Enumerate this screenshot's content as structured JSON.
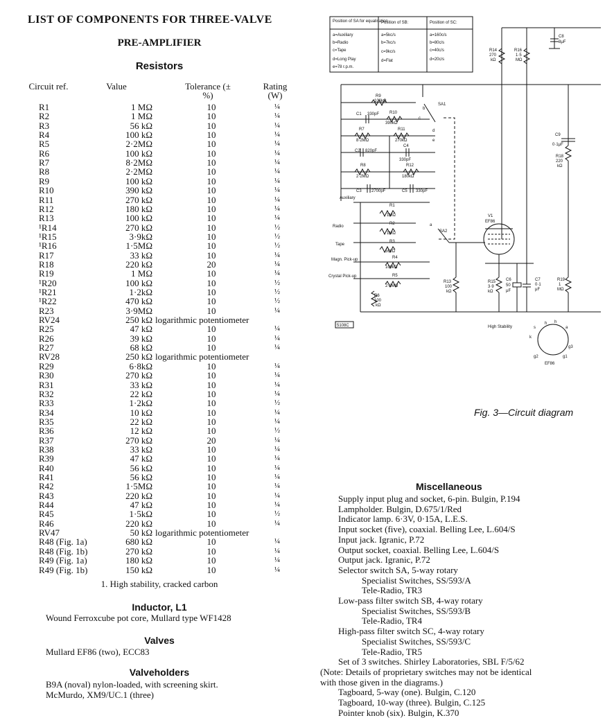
{
  "title": "LIST OF COMPONENTS FOR THREE-VALVE",
  "subtitle": "PRE-AMPLIFIER",
  "resistors": {
    "heading": "Resistors",
    "columns": {
      "ref": "Circuit ref.",
      "value": "Value",
      "tolerance": "Tolerance (±%)",
      "rating": "Rating (W)"
    },
    "rows": [
      {
        "ref": "R1",
        "value": "1  MΩ",
        "tol": "10",
        "rating": "¼"
      },
      {
        "ref": "R2",
        "value": "1  MΩ",
        "tol": "10",
        "rating": "¼"
      },
      {
        "ref": "R3",
        "value": "56  kΩ",
        "tol": "10",
        "rating": "¼"
      },
      {
        "ref": "R4",
        "value": "100  kΩ",
        "tol": "10",
        "rating": "¼"
      },
      {
        "ref": "R5",
        "value": "2·2MΩ",
        "tol": "10",
        "rating": "¼"
      },
      {
        "ref": "R6",
        "value": "100  kΩ",
        "tol": "10",
        "rating": "¼"
      },
      {
        "ref": "R7",
        "value": "8·2MΩ",
        "tol": "10",
        "rating": "¼"
      },
      {
        "ref": "R8",
        "value": "2·2MΩ",
        "tol": "10",
        "rating": "¼"
      },
      {
        "ref": "R9",
        "value": "100  kΩ",
        "tol": "10",
        "rating": "¼"
      },
      {
        "ref": "R10",
        "value": "390  kΩ",
        "tol": "10",
        "rating": "¼"
      },
      {
        "ref": "R11",
        "value": "270  kΩ",
        "tol": "10",
        "rating": "¼"
      },
      {
        "ref": "R12",
        "value": "180  kΩ",
        "tol": "10",
        "rating": "¼"
      },
      {
        "ref": "R13",
        "value": "100  kΩ",
        "tol": "10",
        "rating": "¼"
      },
      {
        "ref": "¹R14",
        "value": "270  kΩ",
        "tol": "10",
        "rating": "½"
      },
      {
        "ref": "¹R15",
        "value": "3·9kΩ",
        "tol": "10",
        "rating": "½"
      },
      {
        "ref": "¹R16",
        "value": "1·5MΩ",
        "tol": "10",
        "rating": "½"
      },
      {
        "ref": "R17",
        "value": "33  kΩ",
        "tol": "10",
        "rating": "¼"
      },
      {
        "ref": "R18",
        "value": "220  kΩ",
        "tol": "20",
        "rating": "¼"
      },
      {
        "ref": "R19",
        "value": "1  MΩ",
        "tol": "10",
        "rating": "¼"
      },
      {
        "ref": "¹R20",
        "value": "100  kΩ",
        "tol": "10",
        "rating": "½"
      },
      {
        "ref": "¹R21",
        "value": "1·2kΩ",
        "tol": "10",
        "rating": "½"
      },
      {
        "ref": "¹R22",
        "value": "470  kΩ",
        "tol": "10",
        "rating": "½"
      },
      {
        "ref": "R23",
        "value": "3·9MΩ",
        "tol": "10",
        "rating": "¼"
      },
      {
        "ref": "RV24",
        "value": "250  kΩ",
        "pot": "logarithmic potentiometer"
      },
      {
        "ref": "R25",
        "value": "47  kΩ",
        "tol": "10",
        "rating": "¼"
      },
      {
        "ref": "R26",
        "value": "39  kΩ",
        "tol": "10",
        "rating": "¼"
      },
      {
        "ref": "R27",
        "value": "68  kΩ",
        "tol": "10",
        "rating": "¼"
      },
      {
        "ref": "RV28",
        "value": "250  kΩ",
        "pot": "logarithmic potentiometer"
      },
      {
        "ref": "R29",
        "value": "6·8kΩ",
        "tol": "10",
        "rating": "¼"
      },
      {
        "ref": "R30",
        "value": "270  kΩ",
        "tol": "10",
        "rating": "¼"
      },
      {
        "ref": "R31",
        "value": "33  kΩ",
        "tol": "10",
        "rating": "¼"
      },
      {
        "ref": "R32",
        "value": "22  kΩ",
        "tol": "10",
        "rating": "¼"
      },
      {
        "ref": "R33",
        "value": "1·2kΩ",
        "tol": "10",
        "rating": "½"
      },
      {
        "ref": "R34",
        "value": "10  kΩ",
        "tol": "10",
        "rating": "¼"
      },
      {
        "ref": "R35",
        "value": "22  kΩ",
        "tol": "10",
        "rating": "¼"
      },
      {
        "ref": "R36",
        "value": "12  kΩ",
        "tol": "10",
        "rating": "½"
      },
      {
        "ref": "R37",
        "value": "270  kΩ",
        "tol": "20",
        "rating": "¼"
      },
      {
        "ref": "R38",
        "value": "33  kΩ",
        "tol": "10",
        "rating": "¼"
      },
      {
        "ref": "R39",
        "value": "47  kΩ",
        "tol": "10",
        "rating": "¼"
      },
      {
        "ref": "R40",
        "value": "56  kΩ",
        "tol": "10",
        "rating": "¼"
      },
      {
        "ref": "R41",
        "value": "56  kΩ",
        "tol": "10",
        "rating": "¼"
      },
      {
        "ref": "R42",
        "value": "1·5MΩ",
        "tol": "10",
        "rating": "¼"
      },
      {
        "ref": "R43",
        "value": "220  kΩ",
        "tol": "10",
        "rating": "¼"
      },
      {
        "ref": "R44",
        "value": "47  kΩ",
        "tol": "10",
        "rating": "¼"
      },
      {
        "ref": "R45",
        "value": "1·5kΩ",
        "tol": "10",
        "rating": "½"
      },
      {
        "ref": "R46",
        "value": "220  kΩ",
        "tol": "10",
        "rating": "¼"
      },
      {
        "ref": "RV47",
        "value": "50  kΩ",
        "pot": "logarithmic potentiometer"
      },
      {
        "ref": "R48 (Fig. 1a)",
        "value": "680  kΩ",
        "tol": "10",
        "rating": "¼"
      },
      {
        "ref": "R48 (Fig. 1b)",
        "value": "270  kΩ",
        "tol": "10",
        "rating": "¼"
      },
      {
        "ref": "R49 (Fig. 1a)",
        "value": "180  kΩ",
        "tol": "10",
        "rating": "¼"
      },
      {
        "ref": "R49 (Fig. 1b)",
        "value": "150  kΩ",
        "tol": "10",
        "rating": "¼"
      }
    ],
    "footnote": "1. High stability, cracked carbon"
  },
  "inductor": {
    "heading": "Inductor, L1",
    "text": "Wound Ferroxcube pot core, Mullard type WF1428"
  },
  "valves": {
    "heading": "Valves",
    "text": "Mullard EF86 (two), ECC83"
  },
  "valveholders": {
    "heading": "Valveholders",
    "lines": [
      "B9A (noval) nylon-loaded, with screening skirt.",
      "McMurdo, XM9/UC.1 (three)"
    ]
  },
  "diagram": {
    "caption": "Fig. 3—Circuit diagram",
    "table": {
      "col1_head": "Position of SA for equalisation",
      "col1": [
        "a=Auxiliary",
        "b=Radio",
        "c=Tape",
        "d=Long Play",
        "e=78 r.p.m."
      ],
      "col2_head": "Position of SB:",
      "col2": [
        "a=5kc/s",
        "b=7kc/s",
        "c=9kc/s",
        "d=Flat"
      ],
      "col3_head": "Position of SC:",
      "col3": [
        "a=160c/s",
        "b=80c/s",
        "c=40c/s",
        "d=20c/s"
      ]
    },
    "labels": {
      "r14": "R14",
      "r14v": "270",
      "r14u": "kΩ",
      "r16": "R16",
      "r16v": "1·5",
      "r16u": "MΩ",
      "c8": "C8",
      "c8v": "8μF",
      "r9": "R9",
      "r9v": "100kΩ",
      "c1": "C1",
      "c1v": "330pF",
      "r10": "R10",
      "r10v": "390kΩ",
      "r7": "R7",
      "r7v": "8·2MΩ",
      "r11": "R11",
      "r11v": "270kΩ",
      "c2": "C2",
      "c2v": "820pF",
      "c4": "C4",
      "c4v": "330pF",
      "r8": "R8",
      "r8v": "2·2MΩ",
      "r12": "R12",
      "r12v": "180kΩ",
      "c3": "C3",
      "c3v": "2700pF",
      "c5": "C5",
      "c5v": "330pF",
      "sa1": "SA1",
      "sa2": "SA2",
      "c9": "C9",
      "c9v": "0·1μF",
      "r18": "R18",
      "r18v": "220",
      "r18u": "kΩ",
      "aux": "Auxiliary",
      "radio": "Radio",
      "tape": "Tape",
      "magn": "Magn. Pick-up",
      "crystal": "Crystal Pick-up",
      "r1": "R1",
      "r1v": "1MΩ",
      "r2": "R2",
      "r2v": "1MΩ",
      "r3": "R3",
      "r3v": "56kΩ",
      "r4": "R4",
      "r4v": "100kΩ",
      "r5": "R5",
      "r5v": "2·2MΩ",
      "r6": "R6",
      "r6v": "100",
      "r6u": "kΩ",
      "v1": "V1",
      "v1t": "EF86",
      "r13": "R13",
      "r13v": "100",
      "r13u": "kΩ",
      "r15": "R15",
      "r15v": "3·9",
      "r15u": "kΩ",
      "c6": "C6",
      "c6v": "50",
      "c6u": "μF",
      "c7": "C7",
      "c7v": "0·1",
      "c7u": "μF",
      "r19": "R19",
      "r19v": "1",
      "r19u": "MΩ",
      "hs": "High Stability",
      "figno": "5108C",
      "ef86b": "EF86",
      "pins": [
        "h",
        "h",
        "a",
        "g3",
        "g1",
        "g2",
        "k",
        "s"
      ],
      "la": "a",
      "lb": "b",
      "lc": "c",
      "ld": "d",
      "le": "e"
    }
  },
  "misc": {
    "heading": "Miscellaneous",
    "lines": [
      "Supply input plug and socket, 6-pin. Bulgin, P.194",
      "Lampholder. Bulgin, D.675/1/Red",
      "Indicator lamp. 6·3V, 0·15A, L.E.S.",
      "Input socket (five), coaxial. Belling Lee, L.604/S",
      "Input jack. Igranic, P.72",
      "Output socket, coaxial. Belling Lee, L.604/S",
      "Output jack. Igranic, P.72",
      "Selector switch SA, 5-way rotary",
      "Specialist Switches, SS/593/A",
      "Tele-Radio, TR3",
      "Low-pass filter switch SB, 4-way rotary",
      "Specialist Switches, SS/593/B",
      "Tele-Radio, TR4",
      "High-pass filter switch SC, 4-way rotary",
      "Specialist Switches, SS/593/C",
      "Tele-Radio, TR5",
      "Set of 3 switches. Shirley Laboratories, SBL F/5/62",
      "(Note: Details of proprietary switches may not be identical",
      "with those given in the diagrams.)",
      "Tagboard, 5-way (one). Bulgin, C.120",
      "Tagboard, 10-way (three). Bulgin, C.125",
      "Pointer knob (six). Bulgin, K.370"
    ],
    "indent": [
      0,
      0,
      0,
      0,
      0,
      0,
      0,
      0,
      2,
      2,
      0,
      2,
      2,
      0,
      2,
      2,
      0,
      -1,
      -1,
      0,
      0,
      0
    ]
  }
}
